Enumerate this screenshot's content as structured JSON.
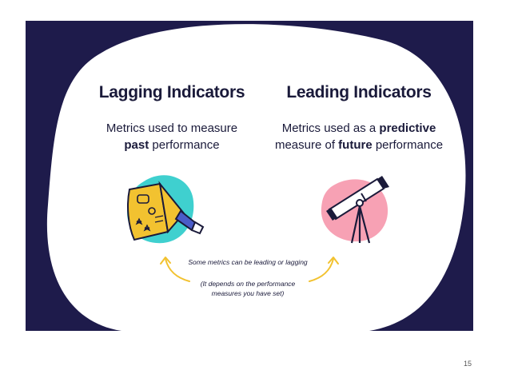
{
  "slide": {
    "left": {
      "heading": "Lagging Indicators",
      "desc_prefix": "Metrics used to measure",
      "desc_bold": "past",
      "desc_suffix": " performance",
      "icon": "megaphone-icon"
    },
    "right": {
      "heading": "Leading Indicators",
      "desc_prefix": "Metrics used as a ",
      "desc_bold1": "predictive",
      "desc_middle": "measure of ",
      "desc_bold2": "future",
      "desc_suffix": " performance",
      "icon": "telescope-icon"
    },
    "note_line1": "Some metrics can be leading or lagging",
    "note_line2": "(It depends on the performance",
    "note_line3": "measures you have set)"
  },
  "page_number": "15",
  "colors": {
    "background": "#1e1b4b",
    "blob": "#ffffff",
    "teal_blob": "#3fd0cf",
    "pink_blob": "#f7a1b4",
    "accent_yellow": "#f2c230",
    "text": "#1a1a3a"
  }
}
